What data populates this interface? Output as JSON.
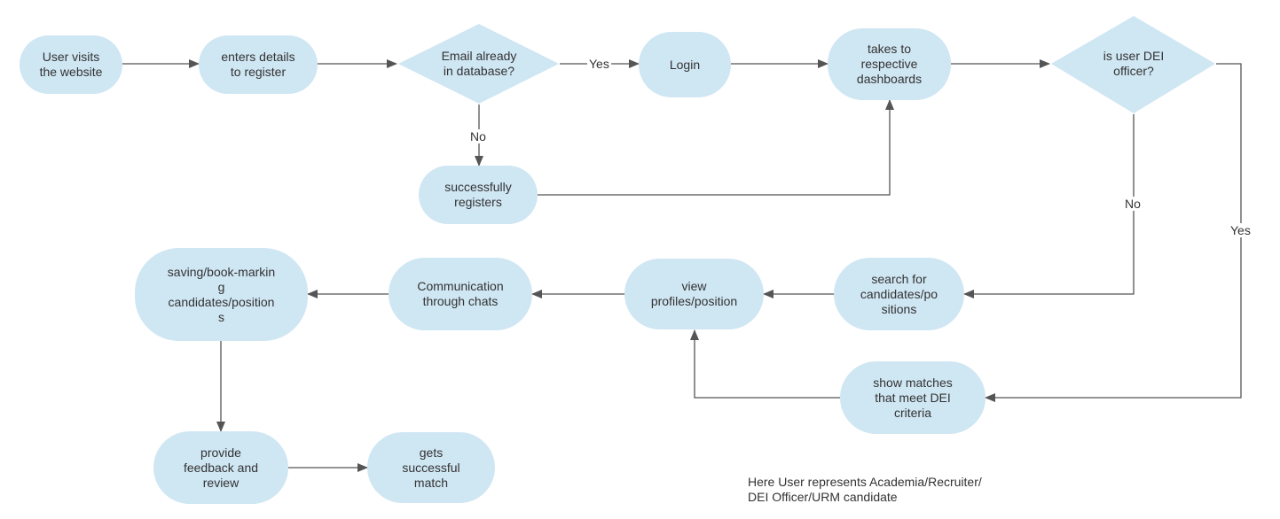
{
  "diagram": {
    "colors": {
      "node_fill": "#cfe6f3",
      "edge": "#555555",
      "text": "#333333"
    },
    "nodes": {
      "user_visits": "User visits\nthe website",
      "enters_details": "enters details\nto register",
      "email_check": "Email already\nin database?",
      "login": "Login",
      "dashboards": "takes to\nrespective\ndashboards",
      "dei_check": "is user DEI\nofficer?",
      "registers": "successfully\nregisters",
      "search": "search for\ncandidates/po\nsitions",
      "show_matches": "show matches\nthat meet DEI\ncriteria",
      "view_profiles": "view\nprofiles/position",
      "communication": "Communication\nthrough chats",
      "saving": "saving/book-markin\ng\ncandidates/position\ns",
      "feedback": "provide\nfeedback and\nreview",
      "match": "gets\nsuccessful\nmatch"
    },
    "edge_labels": {
      "email_yes": "Yes",
      "email_no": "No",
      "dei_no": "No",
      "dei_yes": "Yes"
    },
    "note": "Here User represents Academia/Recruiter/\nDEI Officer/URM candidate"
  }
}
